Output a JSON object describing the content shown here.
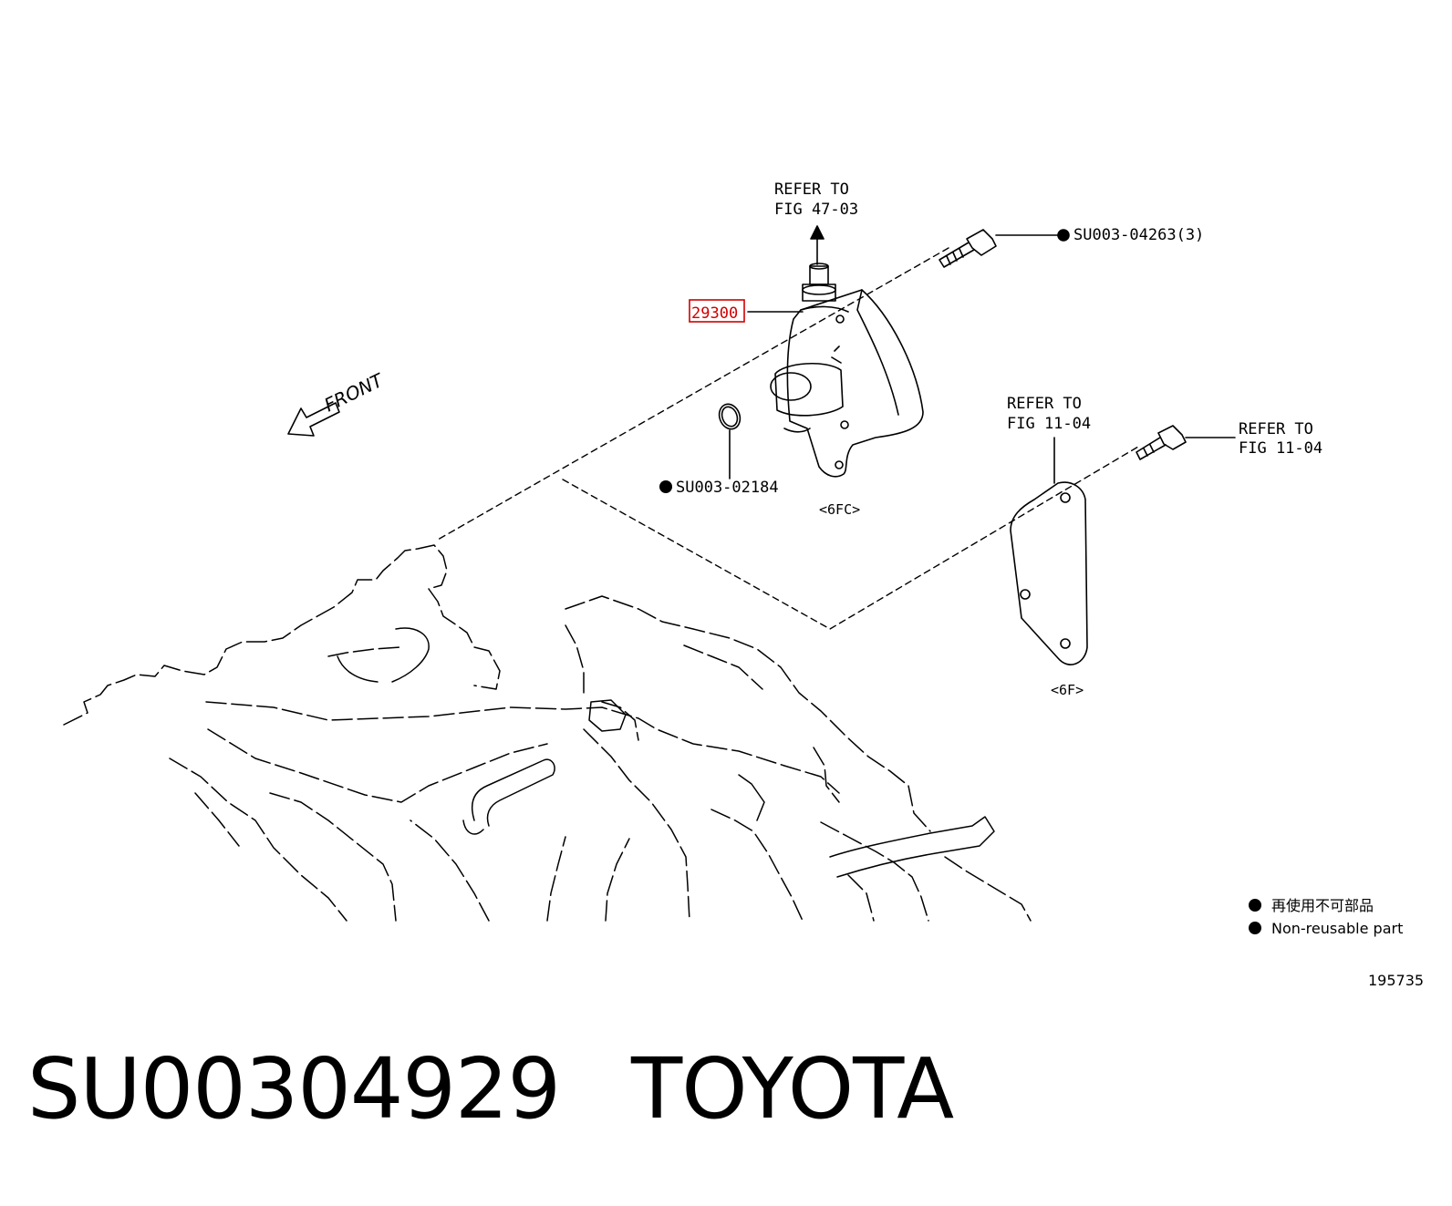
{
  "diagram": {
    "front_label": "FRONT",
    "refer_47_line1": "REFER TO",
    "refer_47_line2": "FIG 47-03",
    "part_29300": "29300",
    "bolt_part": "SU003-04263(3)",
    "oring_part": "SU003-02184",
    "code_6fc": "<6FC>",
    "refer_11_a_line1": "REFER TO",
    "refer_11_a_line2": "FIG 11-04",
    "refer_11_b_line1": "REFER TO",
    "refer_11_b_line2": "FIG 11-04",
    "code_6f": "<6F>",
    "legend_jp": "再使用不可部品",
    "legend_en": "Non-reusable part",
    "figure_number": "195735",
    "highlight_color": "#d00000"
  },
  "caption": {
    "part_number": "SU00304929",
    "brand": "TOYOTA"
  }
}
